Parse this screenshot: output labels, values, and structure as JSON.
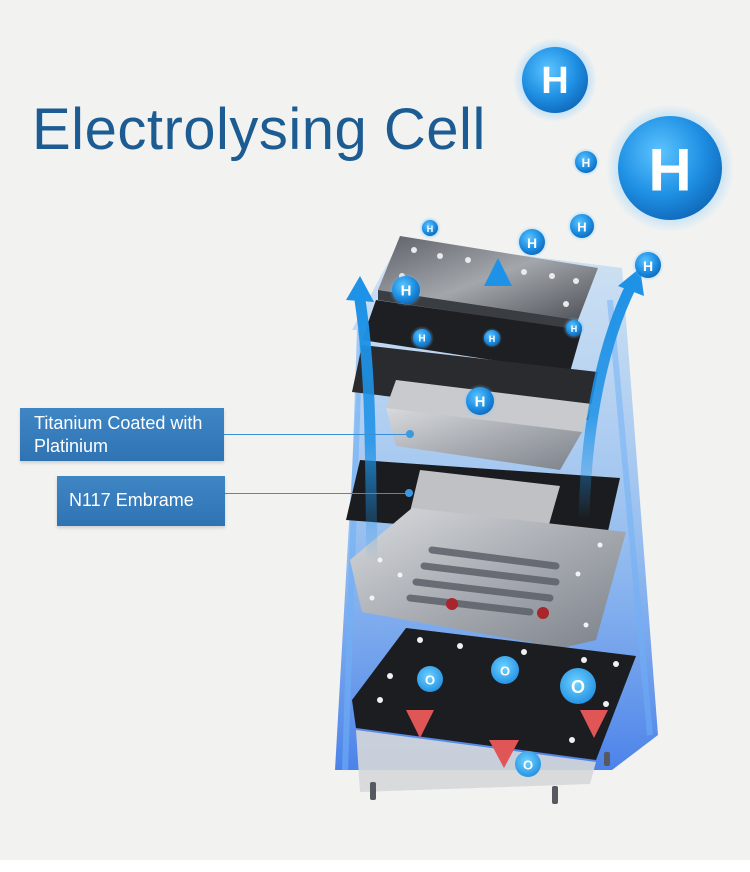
{
  "title": "Electrolysing Cell",
  "labels": {
    "titanium": "Titanium Coated with Platinium",
    "membrane": "N117  Embrame"
  },
  "molecules": {
    "hydrogen_symbol": "H",
    "oxygen_symbol": "O"
  },
  "colors": {
    "title": "#1c5c93",
    "label_bg": "#3076b6",
    "hydrogen": "#1e96e8",
    "up_arrow": "#1e92e6",
    "down_arrow": "#e86a6a",
    "housing_glow": "#3d8ef2"
  },
  "icons": [
    "hydrogen-molecule-icon",
    "oxygen-molecule-icon",
    "up-arrow-icon",
    "down-arrow-icon"
  ]
}
